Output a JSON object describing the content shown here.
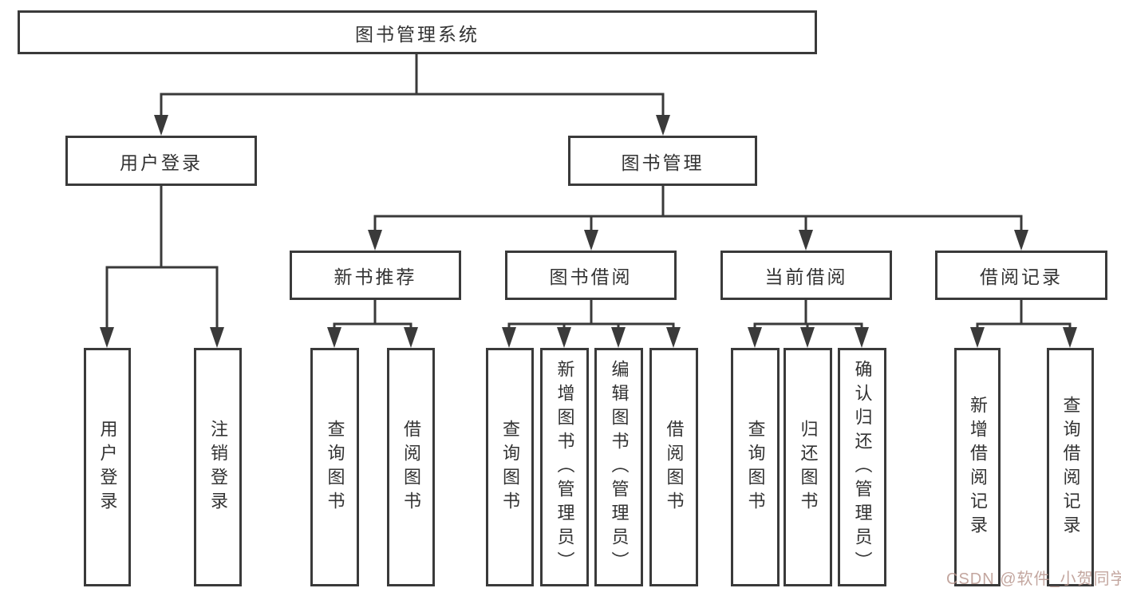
{
  "diagram": {
    "root": {
      "label": "图书管理系统"
    },
    "branches": [
      {
        "label": "用户登录",
        "children": [
          {
            "label": "用户登录"
          },
          {
            "label": "注销登录"
          }
        ]
      },
      {
        "label": "图书管理",
        "children": [
          {
            "label": "新书推荐",
            "children": [
              {
                "label": "查询图书"
              },
              {
                "label": "借阅图书"
              }
            ]
          },
          {
            "label": "图书借阅",
            "children": [
              {
                "label": "查询图书"
              },
              {
                "label": "新增图书（管理员）"
              },
              {
                "label": "编辑图书（管理员）"
              },
              {
                "label": "借阅图书"
              }
            ]
          },
          {
            "label": "当前借阅",
            "children": [
              {
                "label": "查询图书"
              },
              {
                "label": "归还图书"
              },
              {
                "label": "确认归还（管理员）"
              }
            ]
          },
          {
            "label": "借阅记录",
            "children": [
              {
                "label": "新增借阅记录"
              },
              {
                "label": "查询借阅记录"
              }
            ]
          }
        ]
      }
    ],
    "watermark": "CSDN @软件_小贺同学",
    "line_color": "#3a3a3a",
    "text_color": "#333333"
  }
}
